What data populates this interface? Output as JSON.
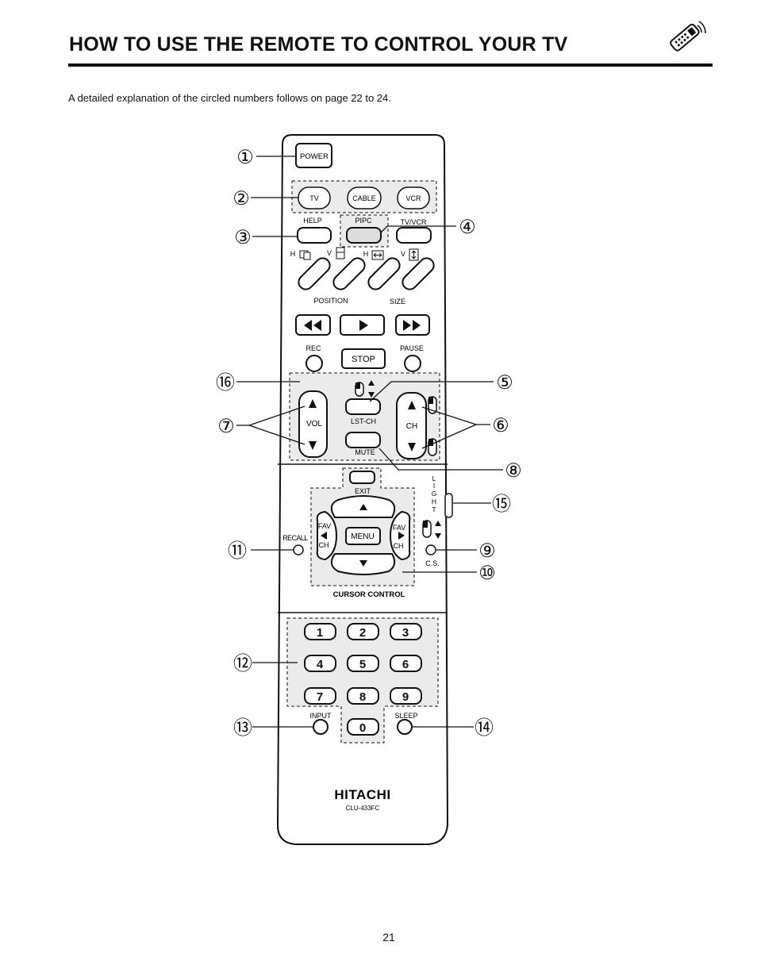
{
  "page": {
    "title": "HOW TO USE THE REMOTE TO CONTROL YOUR TV",
    "intro": "A detailed explanation of the circled numbers follows on page 22 to 24.",
    "page_number": "21",
    "header_icon": "remote-control-icon"
  },
  "remote": {
    "brand": "HITACHI",
    "model": "CLU-433FC",
    "buttons": {
      "power": "POWER",
      "tv": "TV",
      "cable": "CABLE",
      "vcr": "VCR",
      "help": "HELP",
      "pipc": "PIPC",
      "tvvcr": "TV/VCR",
      "h1": "H",
      "v1": "V",
      "h2": "H",
      "v2": "V",
      "position": "POSITION",
      "size": "SIZE",
      "rec": "REC",
      "stop": "STOP",
      "pause": "PAUSE",
      "vol": "VOL",
      "lstch": "LST-CH",
      "ch": "CH",
      "mute": "MUTE",
      "exit": "EXIT",
      "light": [
        "L",
        "I",
        "G",
        "H",
        "T"
      ],
      "fav_left": "FAV",
      "ch_left": "CH",
      "menu": "MENU",
      "fav_right": "FAV",
      "ch_right": "CH",
      "recall": "RECALL",
      "cs": "C.S.",
      "cursor_control": "CURSOR CONTROL",
      "input": "INPUT",
      "sleep": "SLEEP",
      "digits": [
        "1",
        "2",
        "3",
        "4",
        "5",
        "6",
        "7",
        "8",
        "9",
        "0"
      ]
    },
    "callouts": [
      "①",
      "②",
      "③",
      "④",
      "⑤",
      "⑥",
      "⑦",
      "⑧",
      "⑨",
      "⑩",
      "⑪",
      "⑫",
      "⑬",
      "⑭",
      "⑮",
      "⑯"
    ]
  }
}
